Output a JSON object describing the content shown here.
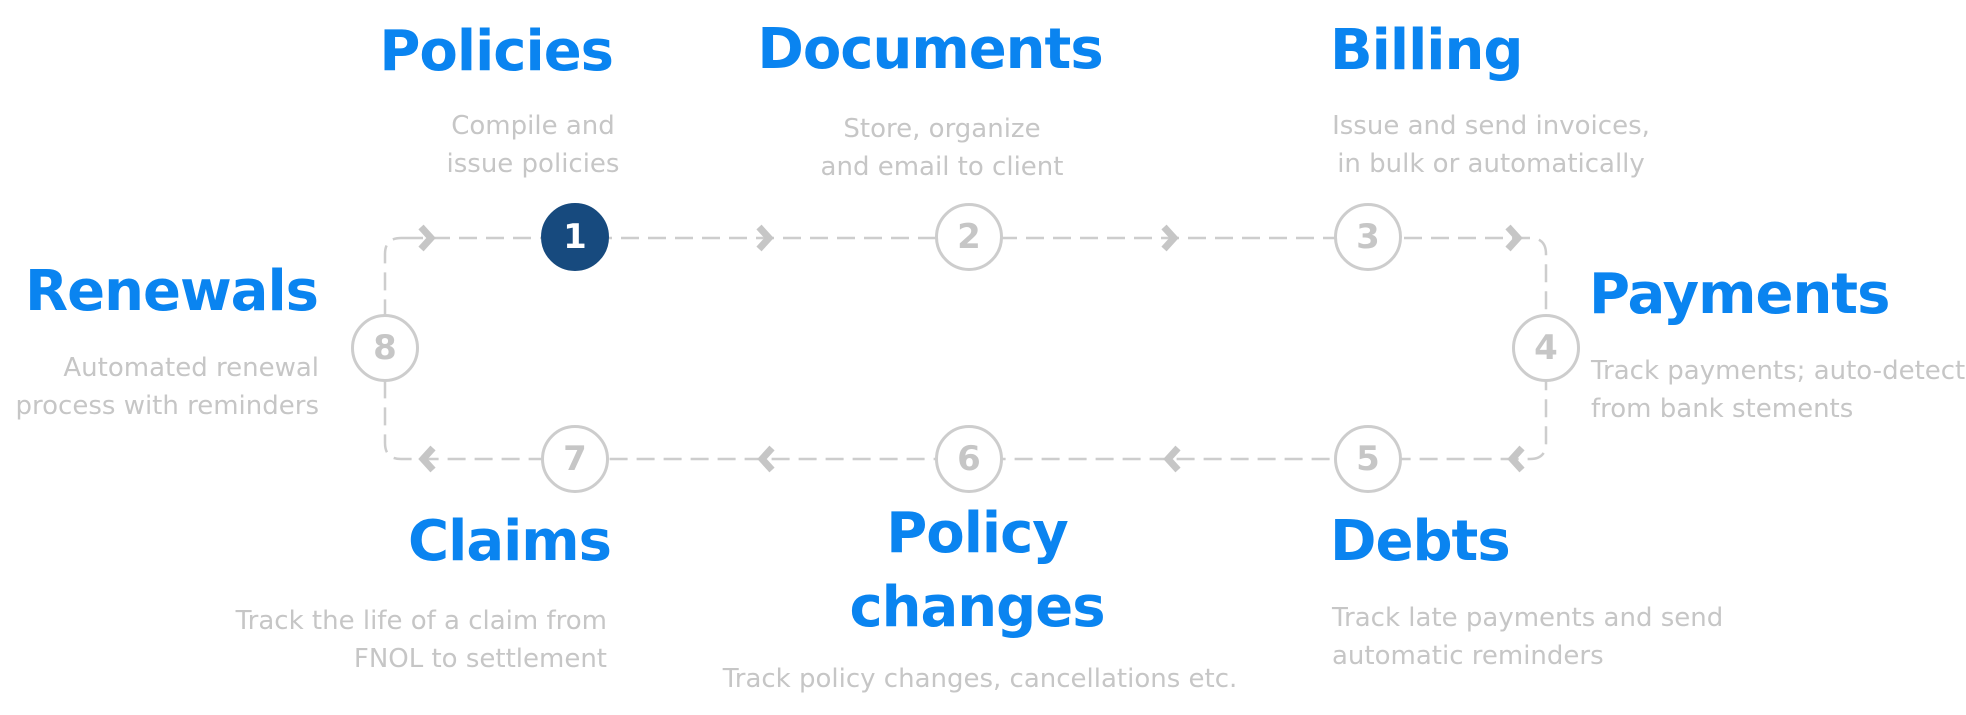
{
  "colors": {
    "title": "#0a84f0",
    "active_node": "#174a7e",
    "muted": "#c6c6c6",
    "track": "#cdcdcd"
  },
  "steps": [
    {
      "number": "1",
      "title": "Policies",
      "desc": "Compile and\nissue policies",
      "active": true
    },
    {
      "number": "2",
      "title": "Documents",
      "desc": "Store, organize\nand email to client",
      "active": false
    },
    {
      "number": "3",
      "title": "Billing",
      "desc": "Issue and send invoices,\nin bulk or automatically",
      "active": false
    },
    {
      "number": "4",
      "title": "Payments",
      "desc": "Track payments; auto-detect\nfrom bank stements",
      "active": false
    },
    {
      "number": "5",
      "title": "Debts",
      "desc": "Track late payments and send\nautomatic reminders",
      "active": false
    },
    {
      "number": "6",
      "title": "Policy\nchanges",
      "desc": "Track policy changes, cancellations etc.",
      "active": false
    },
    {
      "number": "7",
      "title": "Claims",
      "desc": "Track the life of a claim from\nFNOL to settlement",
      "active": false
    },
    {
      "number": "8",
      "title": "Renewals",
      "desc": "Automated renewal\nprocess with reminders",
      "active": false
    }
  ],
  "arrow_icon": "chevron-icon"
}
